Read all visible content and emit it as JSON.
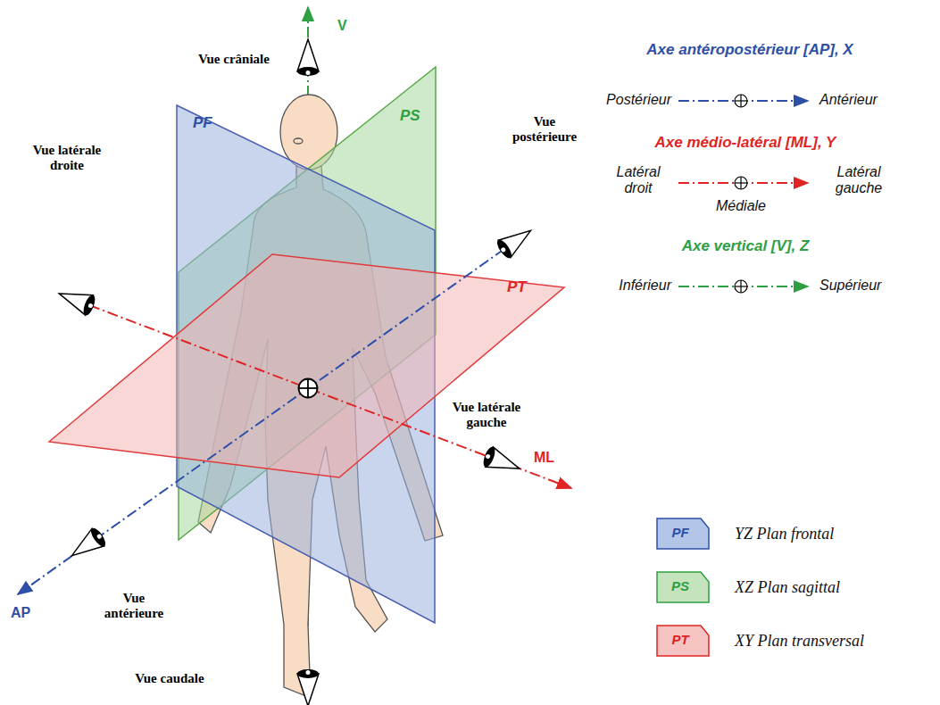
{
  "diagram": {
    "labels": [
      "V",
      "Vue crâniale",
      "Vue postérieure",
      "Vue latérale droite",
      "PF",
      "PS",
      "PT",
      "Vue latérale gauche",
      "ML",
      "AP",
      "Vue antérieure",
      "Vue caudale",
      "Axe antéropostérieur [AP], X",
      "Postérieur",
      "Antérieur",
      "Axe médio-latéral [ML], Y",
      "Latéral droit",
      "Latéral gauche",
      "Médiale",
      "Axe vertical [V], Z",
      "Inférieur",
      "Supérieur",
      "PF",
      "PS",
      "PT"
    ],
    "legend": [
      {
        "text": "YZ Plan frontal",
        "color": "#b3c6e7"
      },
      {
        "text": "XZ Plan sagittal",
        "color": "#c5e3bd"
      },
      {
        "text": "XY Plan transversal",
        "color": "#f6c3c3"
      }
    ]
  }
}
